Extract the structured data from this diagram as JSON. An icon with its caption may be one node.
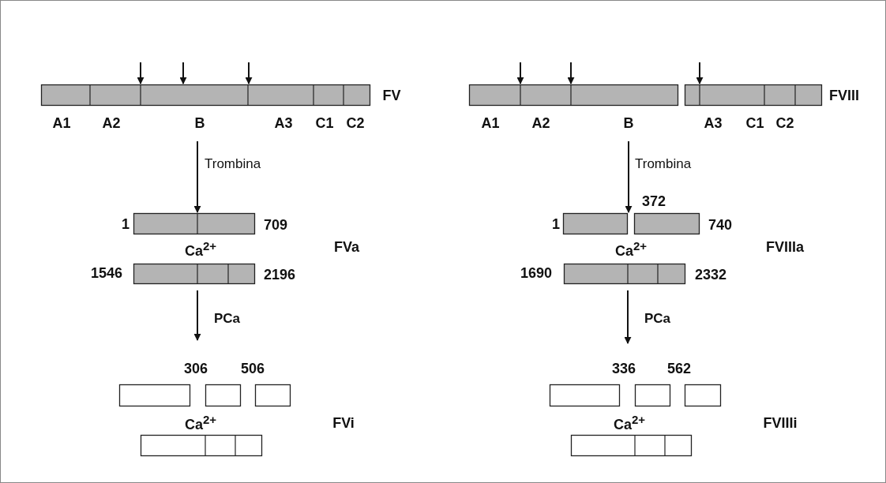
{
  "diagram": {
    "nodes": [
      {
        "text": [],
        "shape": "bar",
        "beside": [
          "FV",
          "A1",
          "A2",
          "B",
          "A3",
          "C1",
          "C2"
        ]
      },
      {
        "text": [],
        "shape": "bar",
        "beside": [
          "1",
          "709"
        ]
      },
      {
        "text": [],
        "shape": "bar",
        "beside": [
          "1546",
          "2196"
        ]
      },
      {
        "text": [],
        "shape": "box"
      },
      {
        "text": [],
        "shape": "box"
      },
      {
        "text": [],
        "shape": "box"
      },
      {
        "text": [],
        "shape": "box"
      },
      {
        "text": [],
        "shape": "bar",
        "beside": [
          "FVIII",
          "A1",
          "A2",
          "B",
          "A3",
          "C1",
          "C2"
        ]
      },
      {
        "text": [],
        "shape": "bar",
        "beside": [
          "1",
          "740"
        ]
      },
      {
        "text": [],
        "shape": "bar",
        "beside": [
          "1690",
          "2332"
        ]
      },
      {
        "text": [],
        "shape": "box"
      },
      {
        "text": [],
        "shape": "box"
      },
      {
        "text": [],
        "shape": "box"
      },
      {
        "text": [],
        "shape": "box"
      }
    ],
    "edges": [
      {
        "from": null,
        "to": 0,
        "arrow": "to"
      },
      {
        "from": null,
        "to": 0,
        "arrow": "to"
      },
      {
        "from": null,
        "to": 0,
        "arrow": "to"
      },
      {
        "from": null,
        "to": 7,
        "arrow": "to"
      },
      {
        "from": null,
        "to": 7,
        "arrow": "to"
      },
      {
        "from": null,
        "to": 7,
        "arrow": "to"
      },
      {
        "from": null,
        "to": 1,
        "arrow": "to",
        "label": "Trombina"
      },
      {
        "from": null,
        "to": 8,
        "arrow": "to",
        "label": "Trombina"
      },
      {
        "from": 2,
        "to": null,
        "arrow": "to",
        "label": "PCa"
      },
      {
        "from": 9,
        "to": null,
        "arrow": "to",
        "label": "PCa"
      }
    ],
    "labels": [
      "372",
      "Ca$^{2+}$",
      "FVa",
      "Ca$^{2+}$",
      "FVIIIa",
      "306",
      "506",
      "336",
      "562",
      "Ca$^{2+}$",
      "FVi",
      "Ca$^{2+}$",
      "FVIIIi"
    ]
  }
}
